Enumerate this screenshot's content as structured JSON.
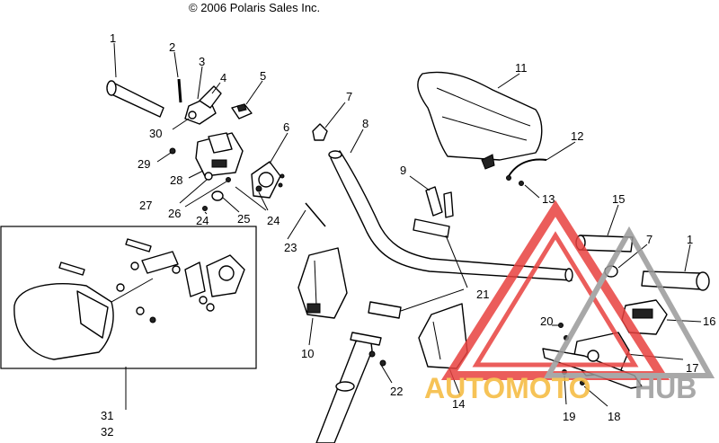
{
  "copyright": "© 2006 Polaris Sales Inc.",
  "callouts": {
    "c1a": "1",
    "c2": "2",
    "c3": "3",
    "c4": "4",
    "c5": "5",
    "c6": "6",
    "c7a": "7",
    "c7b": "7",
    "c8": "8",
    "c9": "9",
    "c10": "10",
    "c11": "11",
    "c12": "12",
    "c13": "13",
    "c14": "14",
    "c15": "15",
    "c1b": "1",
    "c16": "16",
    "c17": "17",
    "c18": "18",
    "c19": "19",
    "c20": "20",
    "c21": "21",
    "c22": "22",
    "c23": "23",
    "c24a": "24",
    "c24b": "24",
    "c25": "25",
    "c26": "26",
    "c27": "27",
    "c28": "28",
    "c29": "29",
    "c30": "30",
    "c31": "31",
    "c32": "32"
  },
  "watermark": {
    "part1": "AUTOMOTO",
    "part2": "HUB",
    "color_primary": "#e8413f",
    "color_secondary": "#f5b93a",
    "color_tertiary": "#9a9a9a"
  }
}
